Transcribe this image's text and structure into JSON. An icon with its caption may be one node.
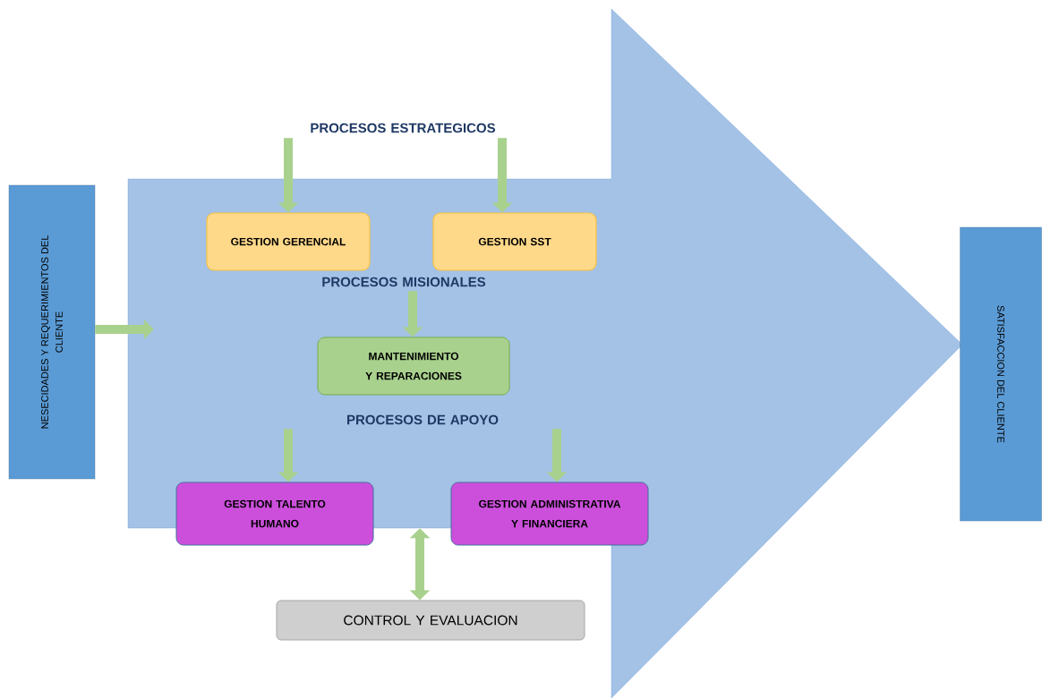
{
  "diagram": {
    "nodes": [
      {
        "text": [
          "NESECIDADES Y REQUERIMIENTOS DEL CLIENTE"
        ]
      },
      {
        "text": [],
        "shape": "arrow"
      },
      {
        "text": [
          "PROCESOS ESTRATEGICOS"
        ]
      },
      {
        "text": [
          "GESTION GERENCIAL"
        ],
        "in": 1
      },
      {
        "text": [
          "GESTION SST"
        ],
        "in": 1
      },
      {
        "text": [
          "PROCESOS MISIONALES"
        ],
        "in": 1
      },
      {
        "text": [
          "MANTENIMIENTO Y REPARACIONES"
        ],
        "in": 1
      },
      {
        "text": [
          "PROCESOS DE APOYO"
        ],
        "in": 1
      },
      {
        "text": [
          "GESTION TALENTO HUMANO"
        ],
        "in": 1
      },
      {
        "text": [
          "GESTION ADMINISTRATIVA Y FINANCIERA"
        ],
        "in": 1
      },
      {
        "text": [
          "CONTROL Y EVALUACION"
        ]
      },
      {
        "text": [
          "SATISFACCION DEL CLIENTE"
        ]
      }
    ],
    "edges": [
      {
        "from": 0,
        "to": 1,
        "arrow": "to"
      },
      {
        "from": 2,
        "to": 3,
        "arrow": "to"
      },
      {
        "from": 2,
        "to": 4,
        "arrow": "to"
      },
      {
        "from": 5,
        "to": 6,
        "arrow": "to"
      },
      {
        "from": 7,
        "to": 8,
        "arrow": "to"
      },
      {
        "from": 7,
        "to": 9,
        "arrow": "to"
      },
      {
        "from": 1,
        "to": 10,
        "arrow": "both"
      }
    ]
  }
}
